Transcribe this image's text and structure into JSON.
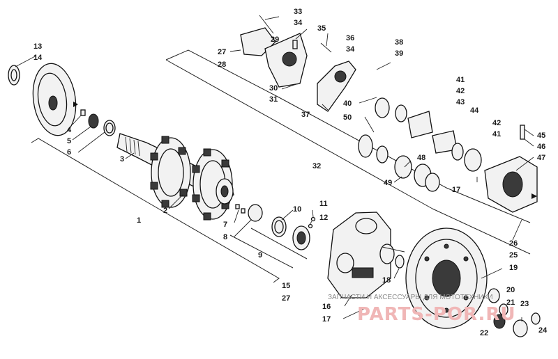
{
  "callouts": [
    {
      "key": "c13",
      "text": "13"
    },
    {
      "key": "c14",
      "text": "14"
    },
    {
      "key": "c4",
      "text": "4"
    },
    {
      "key": "c5",
      "text": "5"
    },
    {
      "key": "c6",
      "text": "6"
    },
    {
      "key": "c3",
      "text": "3"
    },
    {
      "key": "c2",
      "text": "2"
    },
    {
      "key": "c1",
      "text": "1"
    },
    {
      "key": "c7",
      "text": "7"
    },
    {
      "key": "c8",
      "text": "8"
    },
    {
      "key": "c9",
      "text": "9"
    },
    {
      "key": "c10",
      "text": "10"
    },
    {
      "key": "c11",
      "text": "11"
    },
    {
      "key": "c12",
      "text": "12"
    },
    {
      "key": "c15",
      "text": "15"
    },
    {
      "key": "c27b",
      "text": "27"
    },
    {
      "key": "c16",
      "text": "16"
    },
    {
      "key": "c17b",
      "text": "17"
    },
    {
      "key": "c18",
      "text": "18"
    },
    {
      "key": "c19",
      "text": "19"
    },
    {
      "key": "c20",
      "text": "20"
    },
    {
      "key": "c21",
      "text": "21"
    },
    {
      "key": "c22",
      "text": "22"
    },
    {
      "key": "c23",
      "text": "23"
    },
    {
      "key": "c24",
      "text": "24"
    },
    {
      "key": "c25",
      "text": "25"
    },
    {
      "key": "c26",
      "text": "26"
    },
    {
      "key": "c17a",
      "text": "17"
    },
    {
      "key": "c47",
      "text": "47"
    },
    {
      "key": "c46",
      "text": "46"
    },
    {
      "key": "c45",
      "text": "45"
    },
    {
      "key": "c41b",
      "text": "41"
    },
    {
      "key": "c42b",
      "text": "42"
    },
    {
      "key": "c44",
      "text": "44"
    },
    {
      "key": "c43",
      "text": "43"
    },
    {
      "key": "c42a",
      "text": "42"
    },
    {
      "key": "c41a",
      "text": "41"
    },
    {
      "key": "c40",
      "text": "40"
    },
    {
      "key": "c50",
      "text": "50"
    },
    {
      "key": "c48",
      "text": "48"
    },
    {
      "key": "c49",
      "text": "49"
    },
    {
      "key": "c32",
      "text": "32"
    },
    {
      "key": "c37",
      "text": "37"
    },
    {
      "key": "c38",
      "text": "38"
    },
    {
      "key": "c39",
      "text": "39"
    },
    {
      "key": "c36",
      "text": "36"
    },
    {
      "key": "c34b",
      "text": "34"
    },
    {
      "key": "c35",
      "text": "35"
    },
    {
      "key": "c33",
      "text": "33"
    },
    {
      "key": "c34a",
      "text": "34"
    },
    {
      "key": "c29",
      "text": "29"
    },
    {
      "key": "c27a",
      "text": "27"
    },
    {
      "key": "c28",
      "text": "28"
    },
    {
      "key": "c30",
      "text": "30"
    },
    {
      "key": "c31",
      "text": "31"
    }
  ],
  "watermark": {
    "caption": "ЗАПЧАСТИ И АКСЕССУАРЫ ДЛЯ МОТОТЕХНИКИ",
    "logo": "PARTS-POR.RU"
  }
}
